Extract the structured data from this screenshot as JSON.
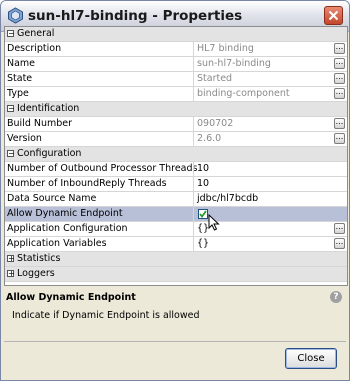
{
  "window": {
    "title": "sun-hl7-binding - Properties"
  },
  "categories": {
    "general": "General",
    "identification": "Identification",
    "configuration": "Configuration",
    "statistics": "Statistics",
    "loggers": "Loggers"
  },
  "properties": {
    "description": {
      "label": "Description",
      "value": "HL7 binding"
    },
    "name": {
      "label": "Name",
      "value": "sun-hl7-binding"
    },
    "state": {
      "label": "State",
      "value": "Started"
    },
    "type": {
      "label": "Type",
      "value": "binding-component"
    },
    "build_number": {
      "label": "Build Number",
      "value": "090702"
    },
    "version": {
      "label": "Version",
      "value": "2.6.0"
    },
    "outbound_threads": {
      "label": "Number of Outbound Processor Threads",
      "value": "10"
    },
    "inbound_threads": {
      "label": "Number of InboundReply Threads",
      "value": "10"
    },
    "data_source": {
      "label": "Data Source Name",
      "value": "jdbc/hl7bcdb"
    },
    "dynamic_endpoint": {
      "label": "Allow Dynamic Endpoint",
      "checked": true
    },
    "app_config": {
      "label": "Application Configuration",
      "value": "{}"
    },
    "app_vars": {
      "label": "Application Variables",
      "value": "{}"
    }
  },
  "description_panel": {
    "title": "Allow Dynamic Endpoint",
    "text": "Indicate if Dynamic Endpoint is allowed"
  },
  "buttons": {
    "close": "Close",
    "ellipsis": "..."
  },
  "colors": {
    "selected_row": "#b8c0d8",
    "category_row": "#e3e3e3",
    "checkmark": "#2a9a2a"
  }
}
